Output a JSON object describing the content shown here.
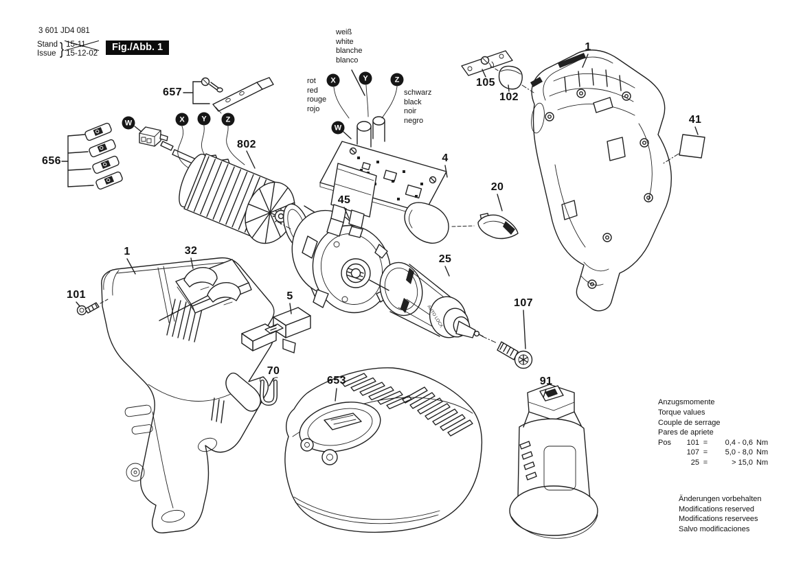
{
  "ink_color": "#202020",
  "badge_bg": "#0c0c0c",
  "header": {
    "type_number": "3 601 JD4 081",
    "stand_label": "Stand",
    "issue_label": "Issue",
    "brace": "}",
    "superseded_date": "15-11",
    "issue_date": "15-12-02",
    "figure_label": "Fig./Abb. 1"
  },
  "wire_labels": {
    "white": [
      "weiß",
      "white",
      "blanche",
      "blanco"
    ],
    "red": [
      "rot",
      "red",
      "rouge",
      "rojo"
    ],
    "black": [
      "schwarz",
      "black",
      "noir",
      "negro"
    ]
  },
  "markers": {
    "w": "W",
    "x": "X",
    "y": "Y",
    "z": "Z"
  },
  "part_labels": {
    "armature": "802",
    "brush_plates": "656",
    "bracket": "657",
    "housing_left": "1",
    "housing_right": "1",
    "switch_slider": "32",
    "screw_housing": "101",
    "push_button": "5",
    "hook": "70",
    "charger": "653",
    "gearbox": "45",
    "electronics_module": "4",
    "rotation_lever": "20",
    "chuck": "25",
    "screw_chuck": "107",
    "battery": "91",
    "retaining_plate": "105",
    "cap": "102",
    "nameplate": "41"
  },
  "chuck_text": "AUTO LOCK",
  "torque_table": {
    "title_lines": [
      "Anzugsmomente",
      "Torque values",
      "Couple de serrage",
      "Pares de apriete"
    ],
    "pos_label": "Pos",
    "rows": [
      {
        "pos": "101",
        "eq": "=",
        "value": "0,4 - 0,6",
        "unit": "Nm"
      },
      {
        "pos": "107",
        "eq": "=",
        "value": "5,0 - 8,0",
        "unit": "Nm"
      },
      {
        "pos": "25",
        "eq": "=",
        "value": "> 15,0",
        "unit": "Nm"
      }
    ]
  },
  "footer_notes": [
    "Änderungen vorbehalten",
    "Modifications reserved",
    "Modifications reservees",
    "Salvo modificaciones"
  ]
}
